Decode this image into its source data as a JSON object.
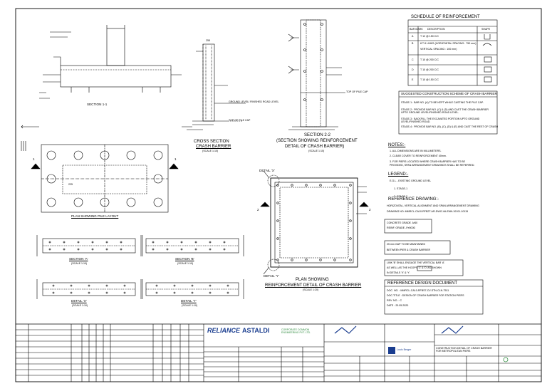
{
  "sheet": {
    "section_1_1": "SECTION 1-1",
    "cross_section_title": "CROSS SECTION",
    "cross_section_sub": "CRASH BARRIER",
    "cross_section_scale": "(SCALE 1:10)",
    "section_2_2_title": "SECTION 2-2",
    "section_2_2_sub1": "(SECTION SHOWING REINFORCEMENT",
    "section_2_2_sub2": "DETAIL OF CRASH BARRIER)",
    "section_2_2_scale": "(SCALE 1:10)",
    "plan_pile_title": "PLAN SHOWING PILE LAYOUT",
    "plan_reinf_title1": "PLAN SHOWING",
    "plan_reinf_title2": "REINFORCEMENT DETAIL OF CRASH BARRIER",
    "plan_reinf_scale": "(SCALE 1:20)",
    "section_a": "SECTION 'A'",
    "section_a_scale": "(SCALE 1:10)",
    "section_b": "SECTION 'B'",
    "section_b_scale": "(SCALE 1:10)",
    "detail_x": "DETAIL 'X'",
    "detail_x_scale": "(SCALE 1:10)",
    "detail_y": "DETAIL 'Y'",
    "detail_y_scale": "(SCALE 1:10)",
    "detail_x_callout": "DETAIL 'X'",
    "detail_y_callout": "DETAIL 'Y'",
    "marker_1": "1",
    "marker_2": "2",
    "ground_level_label": "GROUND LEVEL/ FINISHED ROAD LEVEL",
    "top_pile_cap": "TOP OF PILE CAP",
    "dim_255": "255",
    "dim_225": "225"
  },
  "schedule": {
    "title": "SCHEDULE OF REINFORCEMENT",
    "headers": [
      "BAR MARK",
      "DESCRIPTION",
      "SHAPE"
    ],
    "rows": [
      {
        "mark": "A",
        "desc": "T 12 @ 150 C/C",
        "desc2": ""
      },
      {
        "mark": "B",
        "desc": "8 T 8 LINKS (HORIZONTAL SPACING : 750 mm)",
        "desc2": "VERTICAL SPACING : 100 mm)"
      },
      {
        "mark": "C",
        "desc": "T 10 @ 200 C/C",
        "desc2": ""
      },
      {
        "mark": "D",
        "desc": "T 10 @ 200 C/C",
        "desc2": ""
      },
      {
        "mark": "E",
        "desc": "T 10 @ 150 C/C",
        "desc2": ""
      }
    ]
  },
  "scheme": {
    "title": "SUGGESTED CONSTRUCTION SCHEME OF CRASH BARRIER",
    "steps": [
      "STAGE-1 : BAR NO. (A) TO BE KEPT WHILE CASTING THE PILE CAP.",
      "STAGE-2 : PROVIDE BAR NO. (C) & (D) AND CAST THE CRASH BARRIER UPTO GROUND LEVEL/FINISHED ROAD LEVEL.",
      "STAGE-3 : BACKFILL THE EXCAVATED PORTION UPTO GROUND LEVEL/FINISHED ROAD.",
      "STAGE-4 : PROVIDE BAR NO. (B), (C), (D) & (E) AND CAST THE REST OF CRASH"
    ]
  },
  "notes": {
    "title": "NOTES:-",
    "items": [
      "1. ALL DIMENSIONS ARE IN MILLIMETERS.",
      "2. CLEAR COVER TO REINFORCEMENT 40mm.",
      "3. FOR PIERS LOCATED WHERE CRASH BARRIER HAS TO BE PROVIDED, SPAN ARRANGEMENT DRAWINGS SHALL BE REFERRED."
    ]
  },
  "legend": {
    "title": "LEGEND:-",
    "items": [
      "E.G.L - EXISTING GROUND LEVEL",
      "1. STAGE-1",
      "2. STAGE-2"
    ]
  },
  "reference_drawing": {
    "title": "REFERENCE DRAWING:-",
    "line1": "HORIZONTAL, VERTICAL ALIGNMENT AND SPAN ARRANGEMENT DRAWING",
    "line2": "DRAWING NO: MMRCL-CA10-RFB2T-AR-DWG-VA-ENN-10101-10115"
  },
  "concrete": {
    "line1": "CONCRETE GRADE -M40",
    "line2": "REINF. GRADE   -Fe500D"
  },
  "gap": {
    "line1": "25 mm GAP TO BE MAINTAINED",
    "line2": "BETWEEN PIER & CRASH BARRIER"
  },
  "link_note": {
    "line1": "LINK 'B' SHALL ENGAGE THE VERTICAL BAR 'A'",
    "line2": "AS WELL AS THE HOOPS 'C' & 'D' AS SHOWN",
    "line3": "IN DETAILS 'X' & 'Y'."
  },
  "ref_design": {
    "title": "REFERENCE DESIGN DOCUMENT",
    "doc_no": "DOC. NO.    : MMRCL-CA10-RFBS7-CV-STN-CLN-7511",
    "doc_title": "DOC.TITLE  : DESIGN OF CRASH BARRIER FOR STATION PIERS",
    "rev_no": "REV. NO.    : C",
    "date": "DATE         : 20.05.2020"
  },
  "title_block": {
    "logo1": "RELIANCE",
    "logo2": "ASTALDI",
    "logo3": "CORPORATE COMMON ENGINEERING PVT. LTD.",
    "drawing_title": "CONSTRUCTION DETAIL OF CRASH BARRIER FOR METROPOLITAN PIERS",
    "signer": "Louis Berger"
  },
  "colors": {
    "line": "#000000",
    "logo_blue": "#1a3d8f",
    "logo_green": "#2e8b3e"
  }
}
